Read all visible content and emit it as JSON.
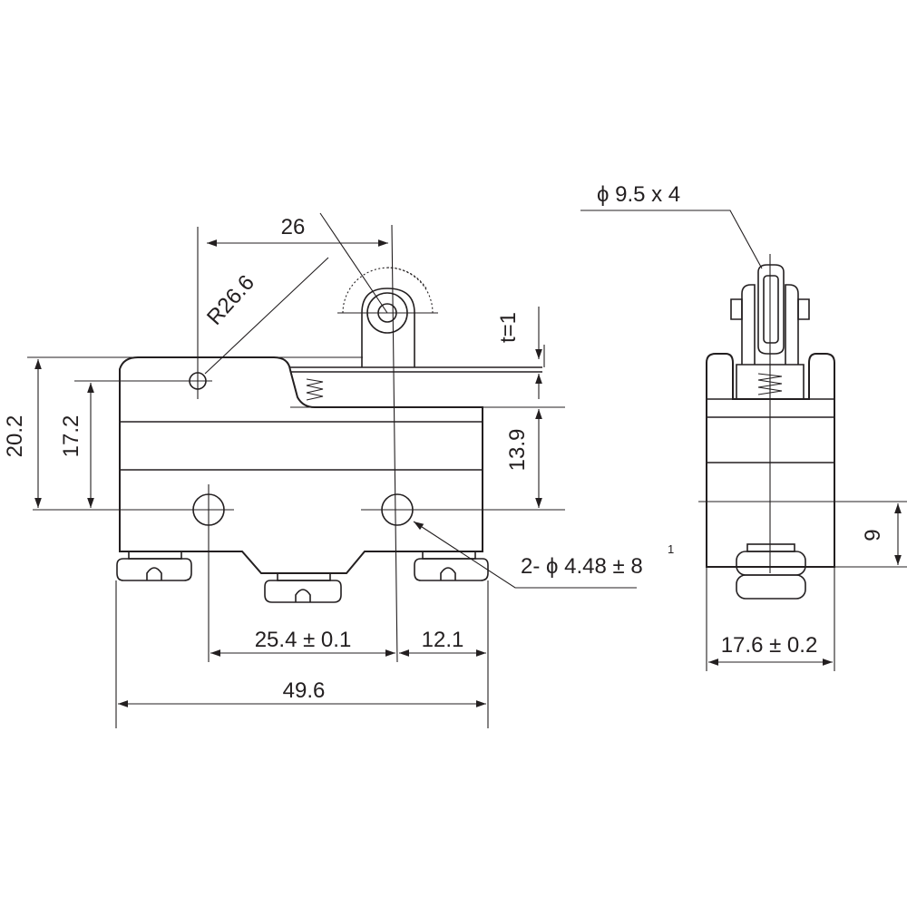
{
  "dimensions": {
    "d26": "26",
    "r26_6": "R26.6",
    "t1": "t=1",
    "d20_2": "20.2",
    "d17_2": "17.2",
    "d13_9": "13.9",
    "hole_spec": "2- ϕ 4.48 ± 8",
    "hole_spec_sup": "1",
    "d25_4": "25.4 ± 0.1",
    "d12_1": "12.1",
    "d49_6": "49.6",
    "roller_spec": "ϕ 9.5 x 4",
    "d9": "9",
    "d17_6": "17.6 ± 0.2"
  },
  "colors": {
    "line": "#231f20",
    "background": "#ffffff"
  }
}
